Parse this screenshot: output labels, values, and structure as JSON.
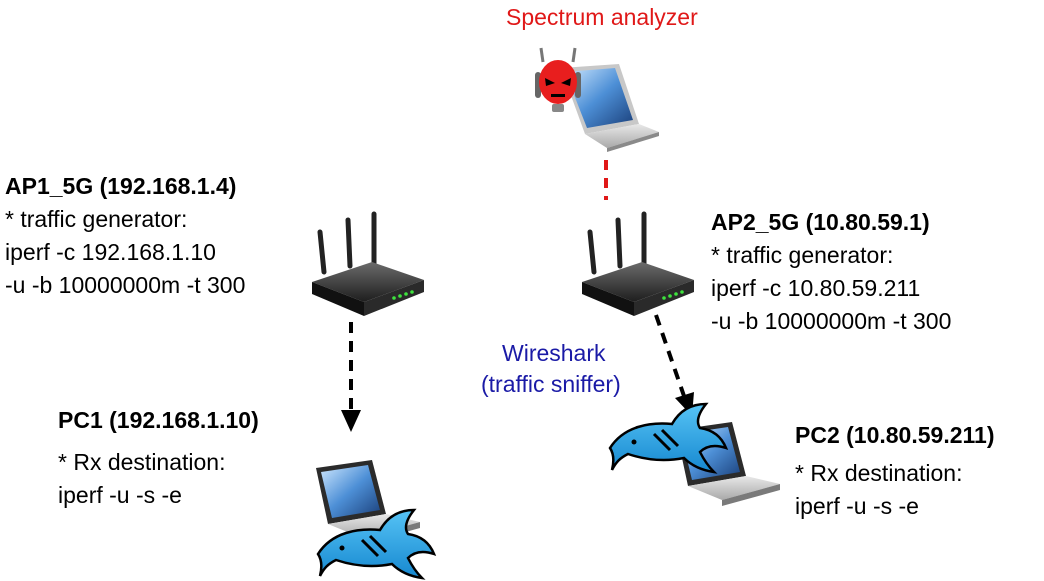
{
  "spectrum_analyzer": {
    "label": "Spectrum analyzer",
    "color": "#e01818"
  },
  "wireshark": {
    "label_line1": "Wireshark",
    "label_line2": "(traffic sniffer)",
    "color": "#1a1aa6"
  },
  "ap1": {
    "title": "AP1_5G (192.168.1.4)",
    "line1": "* traffic generator:",
    "line2": "iperf -c 192.168.1.10",
    "line3": "-u -b 10000000m -t 300"
  },
  "ap2": {
    "title": "AP2_5G (10.80.59.1)",
    "line1": "* traffic generator:",
    "line2": "iperf -c 10.80.59.211",
    "line3": "-u -b 10000000m -t 300"
  },
  "pc1": {
    "title": "PC1 (192.168.1.10)",
    "line1": "* Rx destination:",
    "line2": "iperf -u -s -e"
  },
  "pc2": {
    "title": "PC2 (10.80.59.211)",
    "line1": "* Rx destination:",
    "line2": "iperf -u -s -e"
  },
  "icons": [
    "router-icon",
    "laptop-icon",
    "shark-fin-icon",
    "red-devil-icon"
  ],
  "colors": {
    "link_dashed": "#000000",
    "monitor_dashed": "#e01818",
    "shark": "#2aa0e0"
  }
}
